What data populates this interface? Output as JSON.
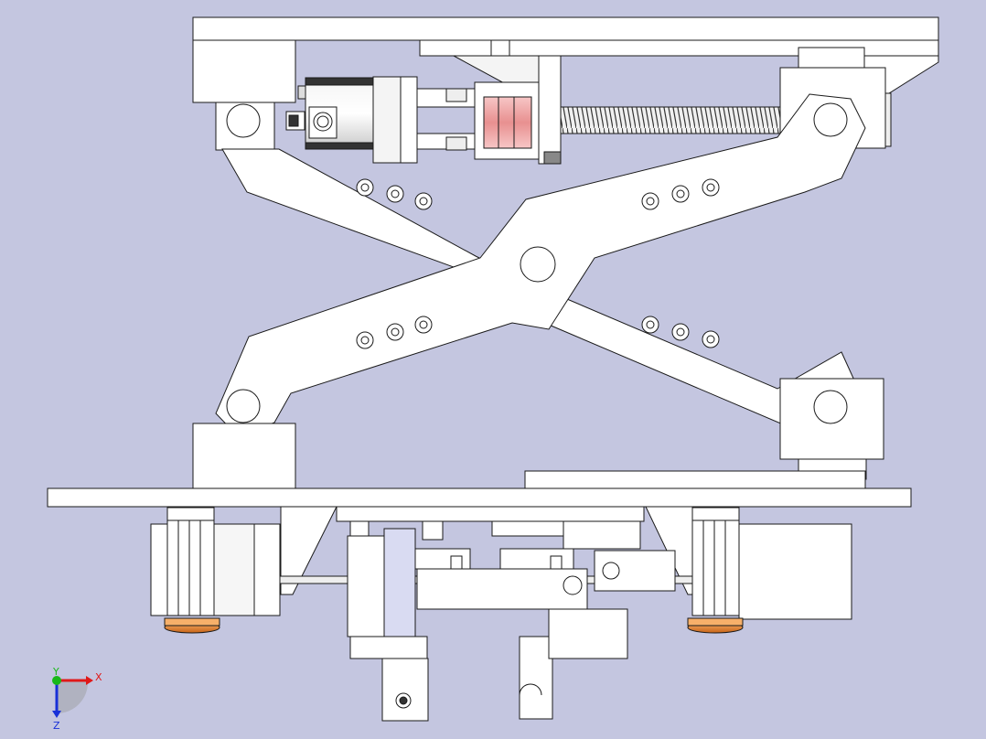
{
  "viewport": {
    "background": "#c4c6e0",
    "part_fill": "#ffffff",
    "edge_color": "#1a1a1a",
    "shaded_fill": "#d9dbf2",
    "rubber_pad_color": "#e8842c"
  },
  "triad": {
    "x_label": "X",
    "y_label": "Y",
    "z_label": "Z",
    "x_color": "#e01818",
    "y_color": "#18b818",
    "z_color": "#1830d8"
  },
  "assembly": {
    "parts": [
      "top-plate",
      "servo-motor",
      "shaft-coupling",
      "lead-screw",
      "scissor-arm-a",
      "scissor-arm-b",
      "center-pivot",
      "base-plate",
      "stepper-motor-left",
      "stepper-motor-right",
      "gripper-mechanism",
      "rubber-foot-left",
      "rubber-foot-right"
    ]
  }
}
